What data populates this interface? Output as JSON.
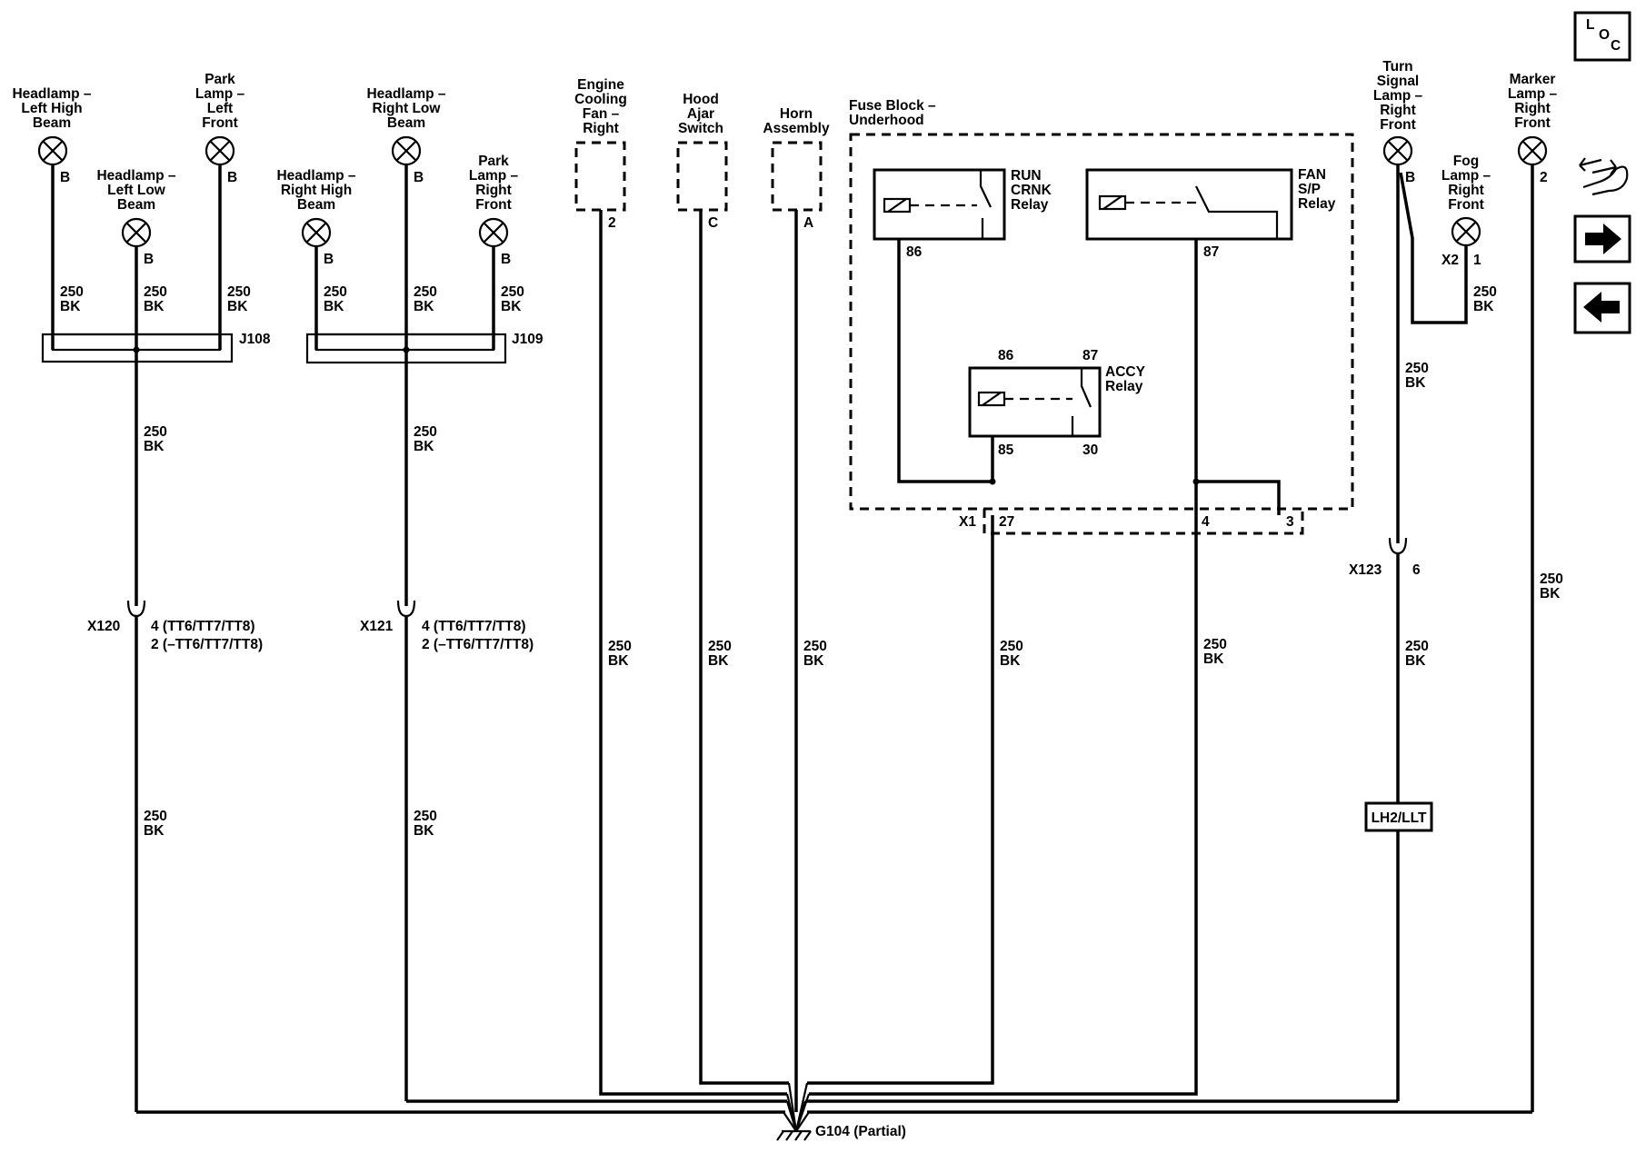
{
  "nav": {
    "loc_l": "L",
    "loc_o": "O",
    "loc_c": "C"
  },
  "components": {
    "hl_left_high": [
      "Headlamp –",
      "Left High",
      "Beam"
    ],
    "hl_left_low": [
      "Headlamp –",
      "Left Low",
      "Beam"
    ],
    "park_left": [
      "Park",
      "Lamp –",
      "Left",
      "Front"
    ],
    "hl_right_high": [
      "Headlamp –",
      "Right High",
      "Beam"
    ],
    "hl_right_low": [
      "Headlamp –",
      "Right Low",
      "Beam"
    ],
    "park_right": [
      "Park",
      "Lamp –",
      "Right",
      "Front"
    ],
    "ecf": [
      "Engine",
      "Cooling",
      "Fan –",
      "Right"
    ],
    "hood": [
      "Hood",
      "Ajar",
      "Switch"
    ],
    "horn": [
      "Horn",
      "Assembly"
    ],
    "fuse_block": [
      "Fuse Block –",
      "Underhood"
    ],
    "run_relay": [
      "RUN",
      "CRNK",
      "Relay"
    ],
    "fan_relay": [
      "FAN",
      "S/P",
      "Relay"
    ],
    "accy_relay": [
      "ACCY",
      "Relay"
    ],
    "turn": [
      "Turn",
      "Signal",
      "Lamp –",
      "Right",
      "Front"
    ],
    "fog": [
      "Fog",
      "Lamp –",
      "Right",
      "Front"
    ],
    "marker": [
      "Marker",
      "Lamp –",
      "Right",
      "Front"
    ]
  },
  "pins": {
    "B": "B",
    "2": "2",
    "C": "C",
    "A": "A",
    "1": "1",
    "86": "86",
    "87": "87",
    "85": "85",
    "30": "30",
    "27": "27",
    "4": "4",
    "3": "3",
    "6": "6"
  },
  "connectors": {
    "j108": "J108",
    "j109": "J109",
    "x1": "X1",
    "x2": "X2",
    "x120": "X120",
    "x121": "X121",
    "x123": "X123",
    "x120_pin_a": "4 (TT6/TT7/TT8)",
    "x120_pin_b": "2 (–TT6/TT7/TT8)",
    "x121_pin_a": "4 (TT6/TT7/TT8)",
    "x121_pin_b": "2 (–TT6/TT7/TT8)",
    "option": "LH2/LLT"
  },
  "wire": {
    "gauge": "250",
    "color": "BK"
  },
  "ground": {
    "label": "G104 (Partial)"
  }
}
